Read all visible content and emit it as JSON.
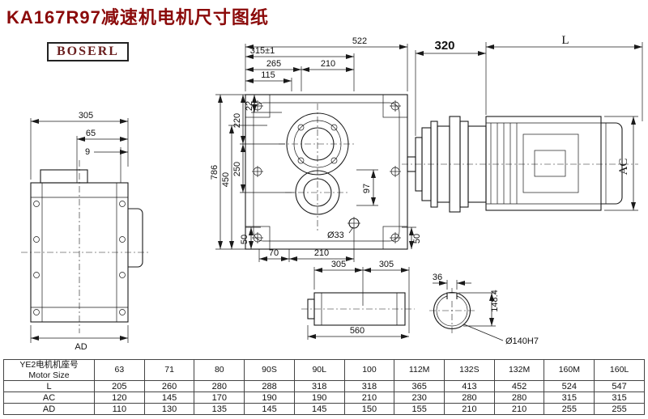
{
  "header": {
    "title": "KA167R97减速机电机尺寸图纸",
    "brand": "BOSERL"
  },
  "dims": {
    "side": {
      "w305": "305",
      "w65": "65",
      "w9": "9",
      "ad": "AD"
    },
    "front": {
      "d522": "522",
      "d315": "315±1",
      "d265": "265",
      "d210": "210",
      "d115": "115",
      "d786": "786",
      "d450": "450",
      "d220": "220",
      "d250": "250",
      "d22": "22",
      "d97": "97",
      "d50l": "50",
      "d50r": "50",
      "d70": "70",
      "d210b": "210",
      "d33": "Ø33"
    },
    "assembly": {
      "d320": "320",
      "len": "L",
      "ac": "AC"
    },
    "shaft": {
      "d305a": "305",
      "d305b": "305",
      "d560": "560"
    },
    "end": {
      "d36": "36",
      "d1484": "148.4",
      "d140": "Ø140H7"
    }
  },
  "table": {
    "header_cn": "YE2电机机座号",
    "header_en": "Motor Size",
    "sizes": [
      "63",
      "71",
      "80",
      "90S",
      "90L",
      "100",
      "112M",
      "132S",
      "132M",
      "160M",
      "160L"
    ],
    "rows": [
      {
        "label": "L",
        "values": [
          "205",
          "260",
          "280",
          "288",
          "318",
          "318",
          "365",
          "413",
          "452",
          "524",
          "547"
        ]
      },
      {
        "label": "AC",
        "values": [
          "120",
          "145",
          "170",
          "190",
          "190",
          "210",
          "230",
          "280",
          "280",
          "315",
          "315"
        ]
      },
      {
        "label": "AD",
        "values": [
          "110",
          "130",
          "135",
          "145",
          "145",
          "150",
          "155",
          "210",
          "210",
          "255",
          "255"
        ]
      }
    ]
  }
}
